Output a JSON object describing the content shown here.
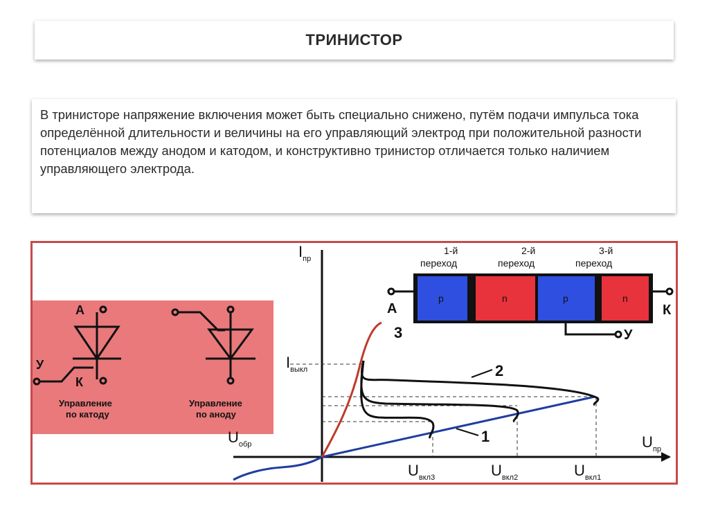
{
  "slide": {
    "title": "ТРИНИСТОР",
    "description": "В тринисторе напряжение включения может быть специально снижено, путём подачи импульса тока определённой длительности и величины на его управляющий электрод при положительной разности потенциалов между анодом и катодом, и конструктивно тринистор отличается только наличием управляющего электрода."
  },
  "figure": {
    "symbols": {
      "cathode_control": {
        "anode_label": "А",
        "cathode_label": "К",
        "gate_label": "У",
        "caption_line1": "Управление",
        "caption_line2": "по катоду"
      },
      "anode_control": {
        "caption_line1": "Управление",
        "caption_line2": "по аноду"
      }
    },
    "structure": {
      "junction_1": [
        "1-й",
        "переход"
      ],
      "junction_2": [
        "2-й",
        "переход"
      ],
      "junction_3": [
        "3-й",
        "переход"
      ],
      "layers": [
        {
          "label": "p",
          "color": "#2f4fe0"
        },
        {
          "label": "n",
          "color": "#e8323c"
        },
        {
          "label": "p",
          "color": "#2f4fe0"
        },
        {
          "label": "n",
          "color": "#e8323c"
        }
      ],
      "anode_label": "А",
      "cathode_label": "К",
      "gate_label": "У"
    },
    "axes": {
      "y_main": "I",
      "y_sub": "пр",
      "x_main": "U",
      "x_sub": "пр",
      "neg_x_main": "U",
      "neg_x_sub": "обр",
      "hold_main": "I",
      "hold_sub": "выкл"
    },
    "curves": {
      "label_1": "1",
      "label_2": "2",
      "label_3": "3"
    },
    "voltages": [
      {
        "main": "U",
        "sub": "вкл3"
      },
      {
        "main": "U",
        "sub": "вкл2"
      },
      {
        "main": "U",
        "sub": "вкл1"
      }
    ],
    "colors": {
      "frame": "#c74a4a",
      "symbol_panel": "#e9797b",
      "forward_curve": "#1f3da0",
      "on_state_curve": "#c0392b",
      "p_layer": "#2f4fe0",
      "n_layer": "#e8323c"
    }
  }
}
